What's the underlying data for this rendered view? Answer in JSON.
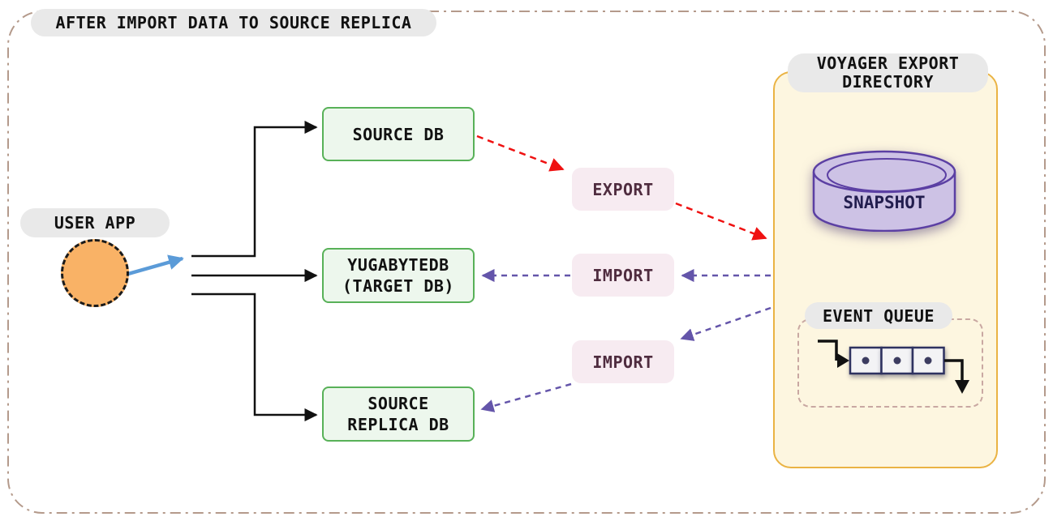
{
  "diagram": {
    "title": "AFTER IMPORT DATA TO SOURCE REPLICA"
  },
  "user_app": {
    "label": "USER APP",
    "icon": "user-circle",
    "color": "#f9b266"
  },
  "nodes": {
    "source_db": {
      "line1": "SOURCE DB",
      "line2": ""
    },
    "target_db": {
      "line1": "YUGABYTEDB",
      "line2": "(TARGET DB)"
    },
    "source_replica_db": {
      "line1": "SOURCE",
      "line2": "REPLICA DB"
    }
  },
  "edges": {
    "export_label": "EXPORT",
    "import_top_label": "IMPORT",
    "import_bottom_label": "IMPORT"
  },
  "panel": {
    "title": "VOYAGER EXPORT DIRECTORY",
    "snapshot_label": "SNAPSHOT",
    "event_queue_label": "EVENT QUEUE",
    "queue_items": 3
  },
  "colors": {
    "outer_border": "#b49a8b",
    "pill_bg": "#e9e9e9",
    "node_fill": "#edf7ed",
    "node_border": "#58b158",
    "user_circle": "#f9b266",
    "blue_arrow": "#5b9bd8",
    "red_arrow": "#ef1111",
    "purple_arrow": "#6455aa",
    "edge_label_bg": "#f7ebf1",
    "edge_label_text": "#4f2c3f",
    "panel_bg": "#fdf6e0",
    "panel_border": "#eab343",
    "cylinder_fill": "#cdc2e5",
    "cylinder_stroke": "#5b3fa3",
    "queue_dash_border": "#c9a8a2",
    "black_line": "#111111"
  }
}
